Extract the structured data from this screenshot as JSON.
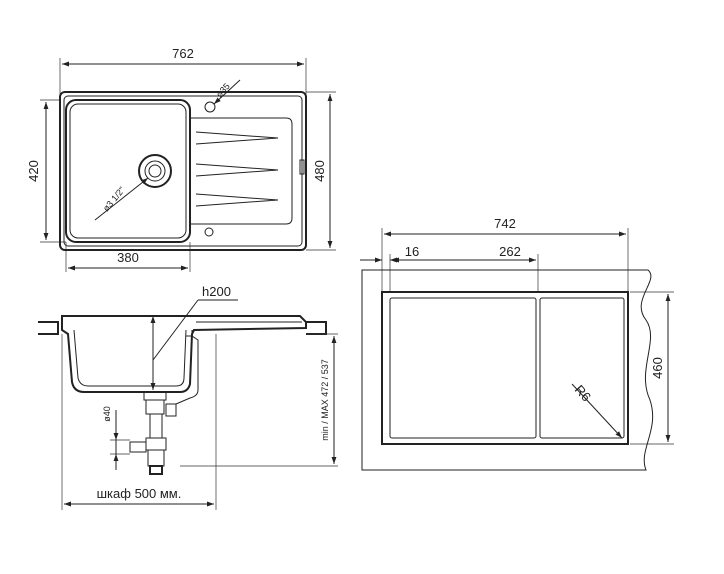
{
  "top_view": {
    "width": "762",
    "height": "480",
    "bowl_height": "420",
    "bowl_width": "380",
    "tap_hole": "ø35",
    "drain": "ø3 1/2\""
  },
  "side_view": {
    "depth": "h200",
    "outlet": "ø40",
    "cabinet": "шкаф 500 мм.",
    "mount_height": "min / MAX 472 / 537"
  },
  "cutout": {
    "width": "742",
    "offset": "16",
    "partition": "262",
    "height": "460",
    "radius": "R6"
  }
}
